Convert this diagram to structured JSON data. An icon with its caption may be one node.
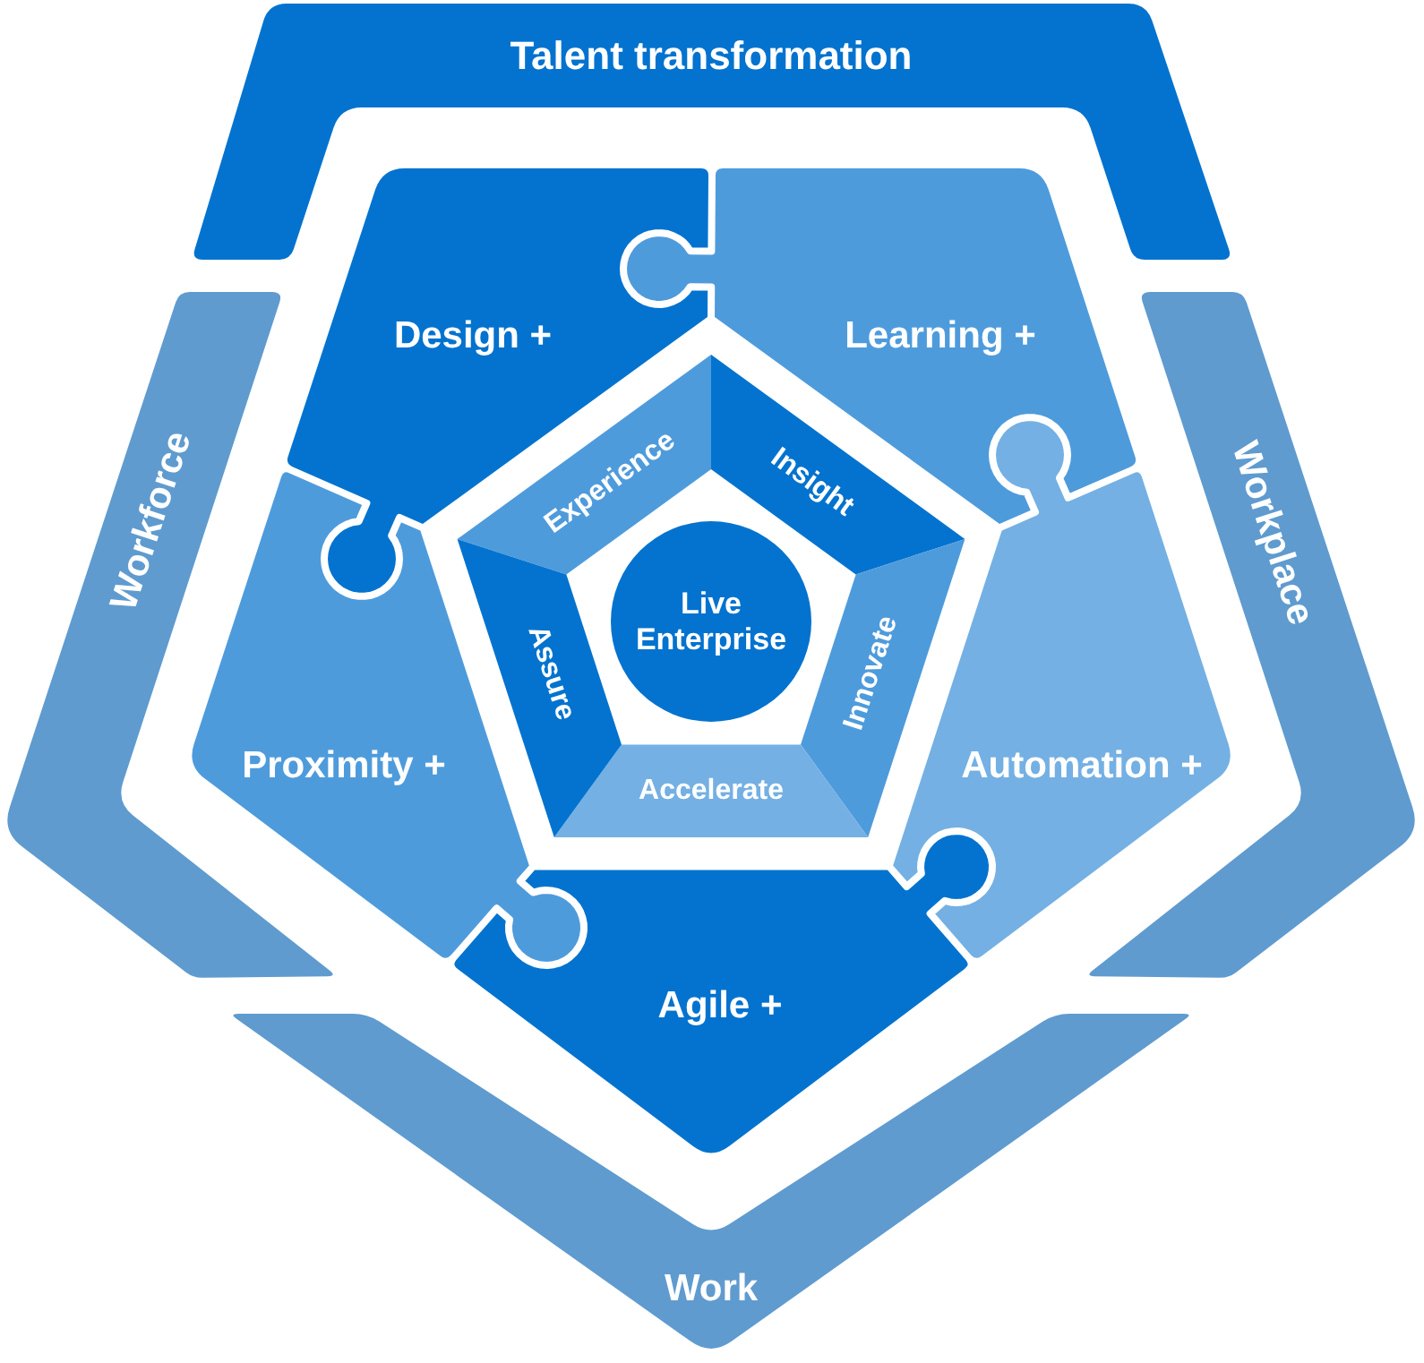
{
  "diagram": {
    "nodes": [
      {
        "text": [
          "Talent transformation"
        ]
      },
      {
        "text": [
          "Workplace"
        ]
      },
      {
        "text": [
          "Work"
        ]
      },
      {
        "text": [
          "Workforce"
        ]
      },
      {
        "text": [
          "Design +"
        ]
      },
      {
        "text": [
          "Learning +"
        ]
      },
      {
        "text": [
          "Automation +"
        ]
      },
      {
        "text": [
          "Agile +"
        ]
      },
      {
        "text": [
          "Proximity +"
        ]
      },
      {
        "text": [
          "Experience"
        ]
      },
      {
        "text": [
          "Insight"
        ]
      },
      {
        "text": [
          "Innovate"
        ]
      },
      {
        "text": [
          "Accelerate"
        ]
      },
      {
        "text": [
          "Assure"
        ]
      },
      {
        "text": [
          "Live Enterprise"
        ]
      }
    ]
  }
}
